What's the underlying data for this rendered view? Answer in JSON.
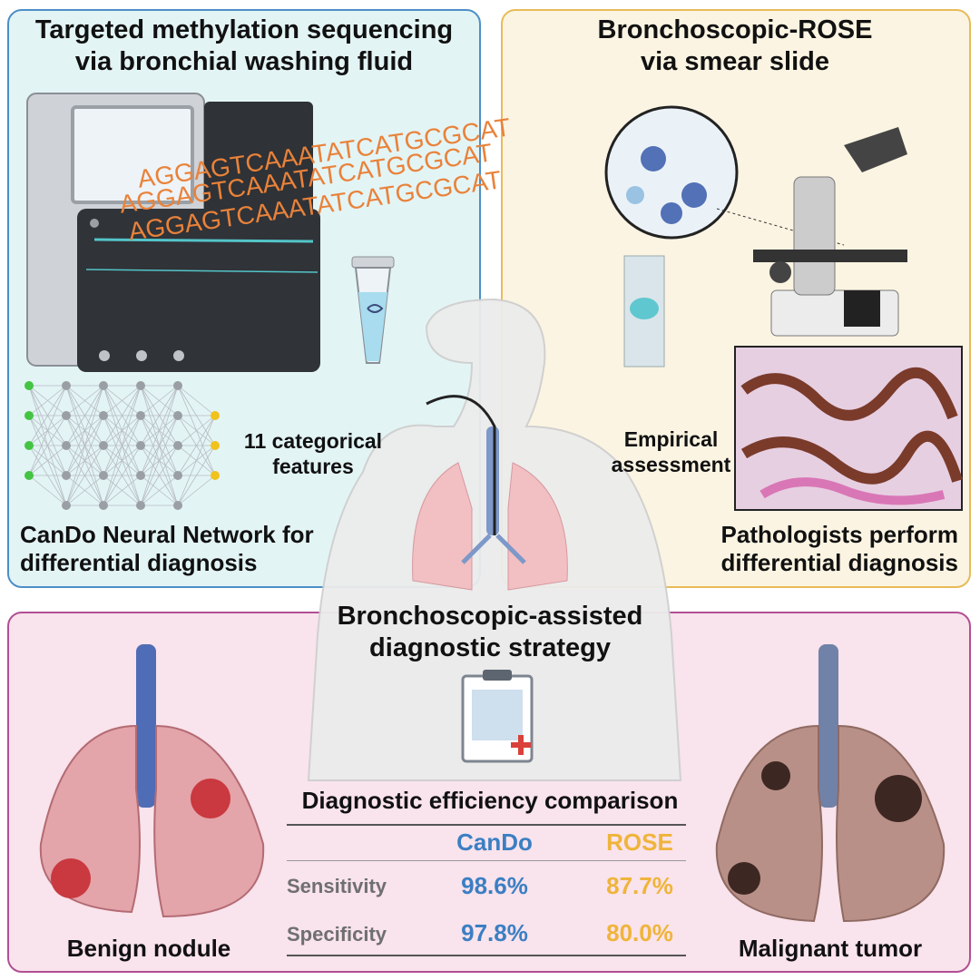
{
  "panels": {
    "left": {
      "title_line1": "Targeted methylation sequencing",
      "title_line2": "via bronchial washing fluid",
      "sequence_text": "AGGAGTCAAATATCATGCGCAT",
      "features_line1": "11 categorical",
      "features_line2": "features",
      "network_line1": "CanDo Neural Network for",
      "network_line2": "differential diagnosis"
    },
    "right": {
      "title_line1": "Bronchoscopic-ROSE",
      "title_line2": "via smear slide",
      "empirical_line1": "Empirical",
      "empirical_line2": "assessment",
      "pathologists_line1": "Pathologists perform",
      "pathologists_line2": "differential diagnosis"
    },
    "bottom": {
      "strategy_line1": "Bronchoscopic-assisted",
      "strategy_line2": "diagnostic strategy",
      "benign_label": "Benign nodule",
      "malignant_label": "Malignant tumor"
    }
  },
  "comparison_table": {
    "title": "Diagnostic efficiency comparison",
    "columns": [
      "CanDo",
      "ROSE"
    ],
    "rows": [
      {
        "label": "Sensitivity",
        "cando": "98.6%",
        "rose": "87.7%"
      },
      {
        "label": "Specificity",
        "cando": "97.8%",
        "rose": "80.0%"
      }
    ]
  },
  "colors": {
    "left_panel_border": "#4d8fc7",
    "right_panel_border": "#e8bb59",
    "bottom_panel_border": "#b14f93",
    "cando_blue": "#3b7fc4",
    "rose_orange": "#efb43a"
  }
}
